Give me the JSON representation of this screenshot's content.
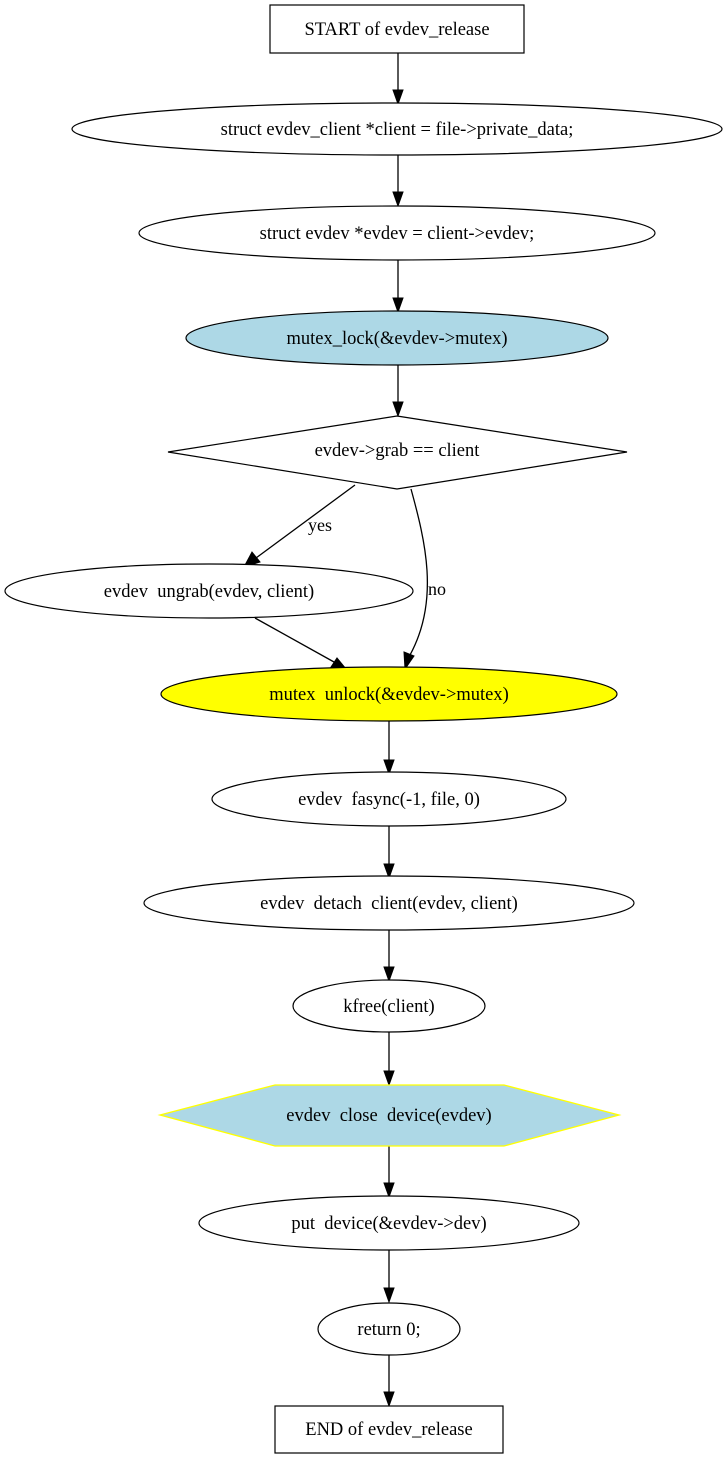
{
  "diagram": {
    "type": "flowchart",
    "function_name": "evdev_release",
    "colors": {
      "default_fill": "#ffffff",
      "lock_fill": "#add8e6",
      "unlock_fill": "#ffff00",
      "close_fill": "#add8e6",
      "close_stroke": "#ffff00",
      "stroke": "#000000"
    },
    "nodes": [
      {
        "id": "start",
        "shape": "box",
        "label": "START of evdev_release"
      },
      {
        "id": "n1",
        "shape": "ellipse",
        "label": "struct evdev_client *client = file->private_data;"
      },
      {
        "id": "n2",
        "shape": "ellipse",
        "label": "struct evdev *evdev = client->evdev;"
      },
      {
        "id": "n3",
        "shape": "ellipse",
        "label": "mutex_lock(&evdev->mutex)",
        "fill": "lock_fill"
      },
      {
        "id": "n4",
        "shape": "diamond",
        "label": "evdev->grab == client"
      },
      {
        "id": "n5",
        "shape": "ellipse",
        "label": "evdev  ungrab(evdev, client)"
      },
      {
        "id": "n6",
        "shape": "ellipse",
        "label": "mutex  unlock(&evdev->mutex)",
        "fill": "unlock_fill"
      },
      {
        "id": "n7",
        "shape": "ellipse",
        "label": "evdev  fasync(-1, file, 0)"
      },
      {
        "id": "n8",
        "shape": "ellipse",
        "label": "evdev  detach  client(evdev, client)"
      },
      {
        "id": "n9",
        "shape": "ellipse",
        "label": "kfree(client)"
      },
      {
        "id": "n10",
        "shape": "hexagon",
        "label": "evdev  close  device(evdev)",
        "fill": "close_fill"
      },
      {
        "id": "n11",
        "shape": "ellipse",
        "label": "put  device(&evdev->dev)"
      },
      {
        "id": "n12",
        "shape": "ellipse",
        "label": "return 0;"
      },
      {
        "id": "end",
        "shape": "box",
        "label": "END of evdev_release"
      }
    ],
    "edges": [
      {
        "from": "start",
        "to": "n1",
        "label": ""
      },
      {
        "from": "n1",
        "to": "n2",
        "label": ""
      },
      {
        "from": "n2",
        "to": "n3",
        "label": ""
      },
      {
        "from": "n3",
        "to": "n4",
        "label": ""
      },
      {
        "from": "n4",
        "to": "n5",
        "label": "yes"
      },
      {
        "from": "n4",
        "to": "n6",
        "label": "no"
      },
      {
        "from": "n5",
        "to": "n6",
        "label": ""
      },
      {
        "from": "n6",
        "to": "n7",
        "label": ""
      },
      {
        "from": "n7",
        "to": "n8",
        "label": ""
      },
      {
        "from": "n8",
        "to": "n9",
        "label": ""
      },
      {
        "from": "n9",
        "to": "n10",
        "label": ""
      },
      {
        "from": "n10",
        "to": "n11",
        "label": ""
      },
      {
        "from": "n11",
        "to": "n12",
        "label": ""
      },
      {
        "from": "n12",
        "to": "end",
        "label": ""
      }
    ]
  }
}
